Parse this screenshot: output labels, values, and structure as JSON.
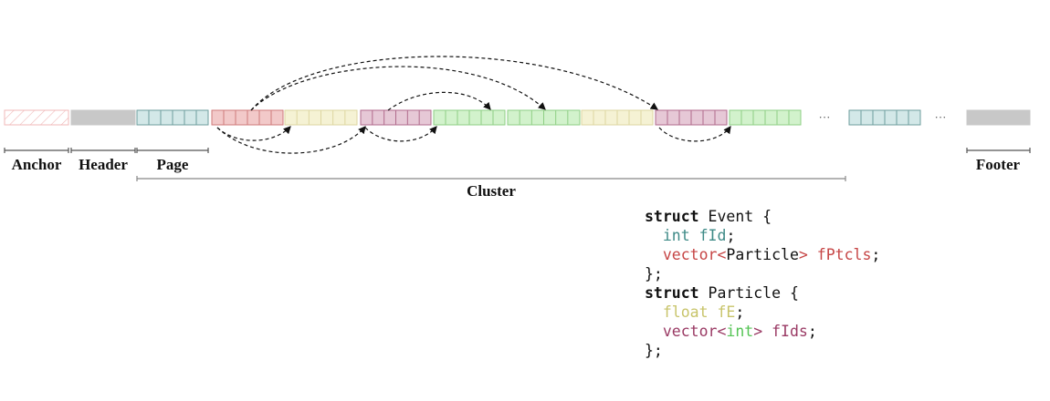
{
  "labels": {
    "anchor": "Anchor",
    "header": "Header",
    "page": "Page",
    "cluster": "Cluster",
    "footer": "Footer"
  },
  "ellipsis": "···",
  "colors": {
    "teal": {
      "fill": "#d3e8e8",
      "stroke": "#6e9e9e"
    },
    "red": {
      "fill": "#f2c9c9",
      "stroke": "#cf7a7a"
    },
    "yellow": {
      "fill": "#f5f2d4",
      "stroke": "#ddd6a0"
    },
    "purple": {
      "fill": "#e6c8d6",
      "stroke": "#b06a8c"
    },
    "green": {
      "fill": "#d2f2cc",
      "stroke": "#8ecf84"
    },
    "gray": {
      "fill": "#c8c8c8",
      "stroke": "#c8c8c8"
    },
    "anchor": {
      "fill": "#fff",
      "stroke": "#f0b8b8"
    }
  },
  "pages": [
    "anchor",
    "gray",
    "teal",
    "red",
    "yellow",
    "purple",
    "green",
    "green",
    "yellow",
    "purple",
    "green",
    "dots",
    "teal",
    "dots",
    "gray"
  ],
  "code": {
    "l1_kw": "struct",
    "l1_rest": " Event {",
    "l2_type": "int",
    "l2_name": " fId",
    "l2_end": ";",
    "l3_type": "vector<",
    "l3_param": "Particle",
    "l3_close": ">",
    "l3_name": " fPtcls",
    "l3_end": ";",
    "l4": "};",
    "l5_kw": "struct",
    "l5_rest": " Particle {",
    "l6_type": "float",
    "l6_name": " fE",
    "l6_end": ";",
    "l7_type": "vector<",
    "l7_param": "int",
    "l7_close": ">",
    "l7_name": " fIds",
    "l7_end": ";",
    "l8": "};"
  },
  "code_colors": {
    "int": "#3e8a87",
    "particle": "#c64545",
    "float": "#c8c46a",
    "vector_int": "#9a3a64",
    "inner_int": "#55c455"
  }
}
